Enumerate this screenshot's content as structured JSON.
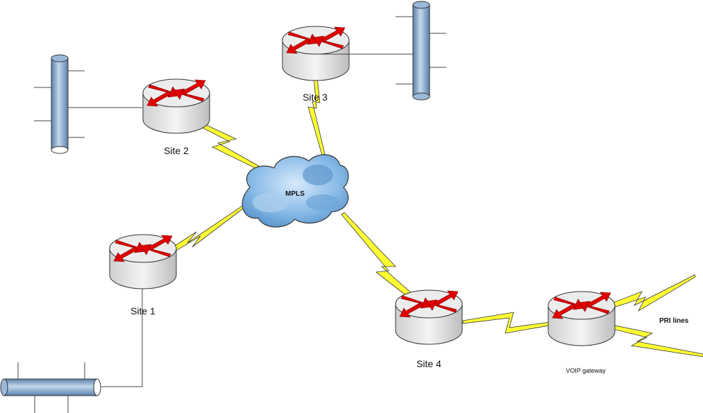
{
  "diagram": {
    "cloud_label": "MPLS",
    "sites": [
      {
        "id": "site2",
        "label": "Site 2"
      },
      {
        "id": "site3",
        "label": "Site 3"
      },
      {
        "id": "site1",
        "label": "Site 1"
      },
      {
        "id": "site4",
        "label": "Site 4"
      }
    ],
    "gateway_label": "VOIP gateway",
    "pri_label": "PRI lines",
    "colors": {
      "router_body": "#e8e8e8",
      "arrow": "#e00000",
      "wan_link": "#ffff33",
      "lan_bus": "#9ab8d8",
      "cloud": "#7fb2e0"
    }
  }
}
